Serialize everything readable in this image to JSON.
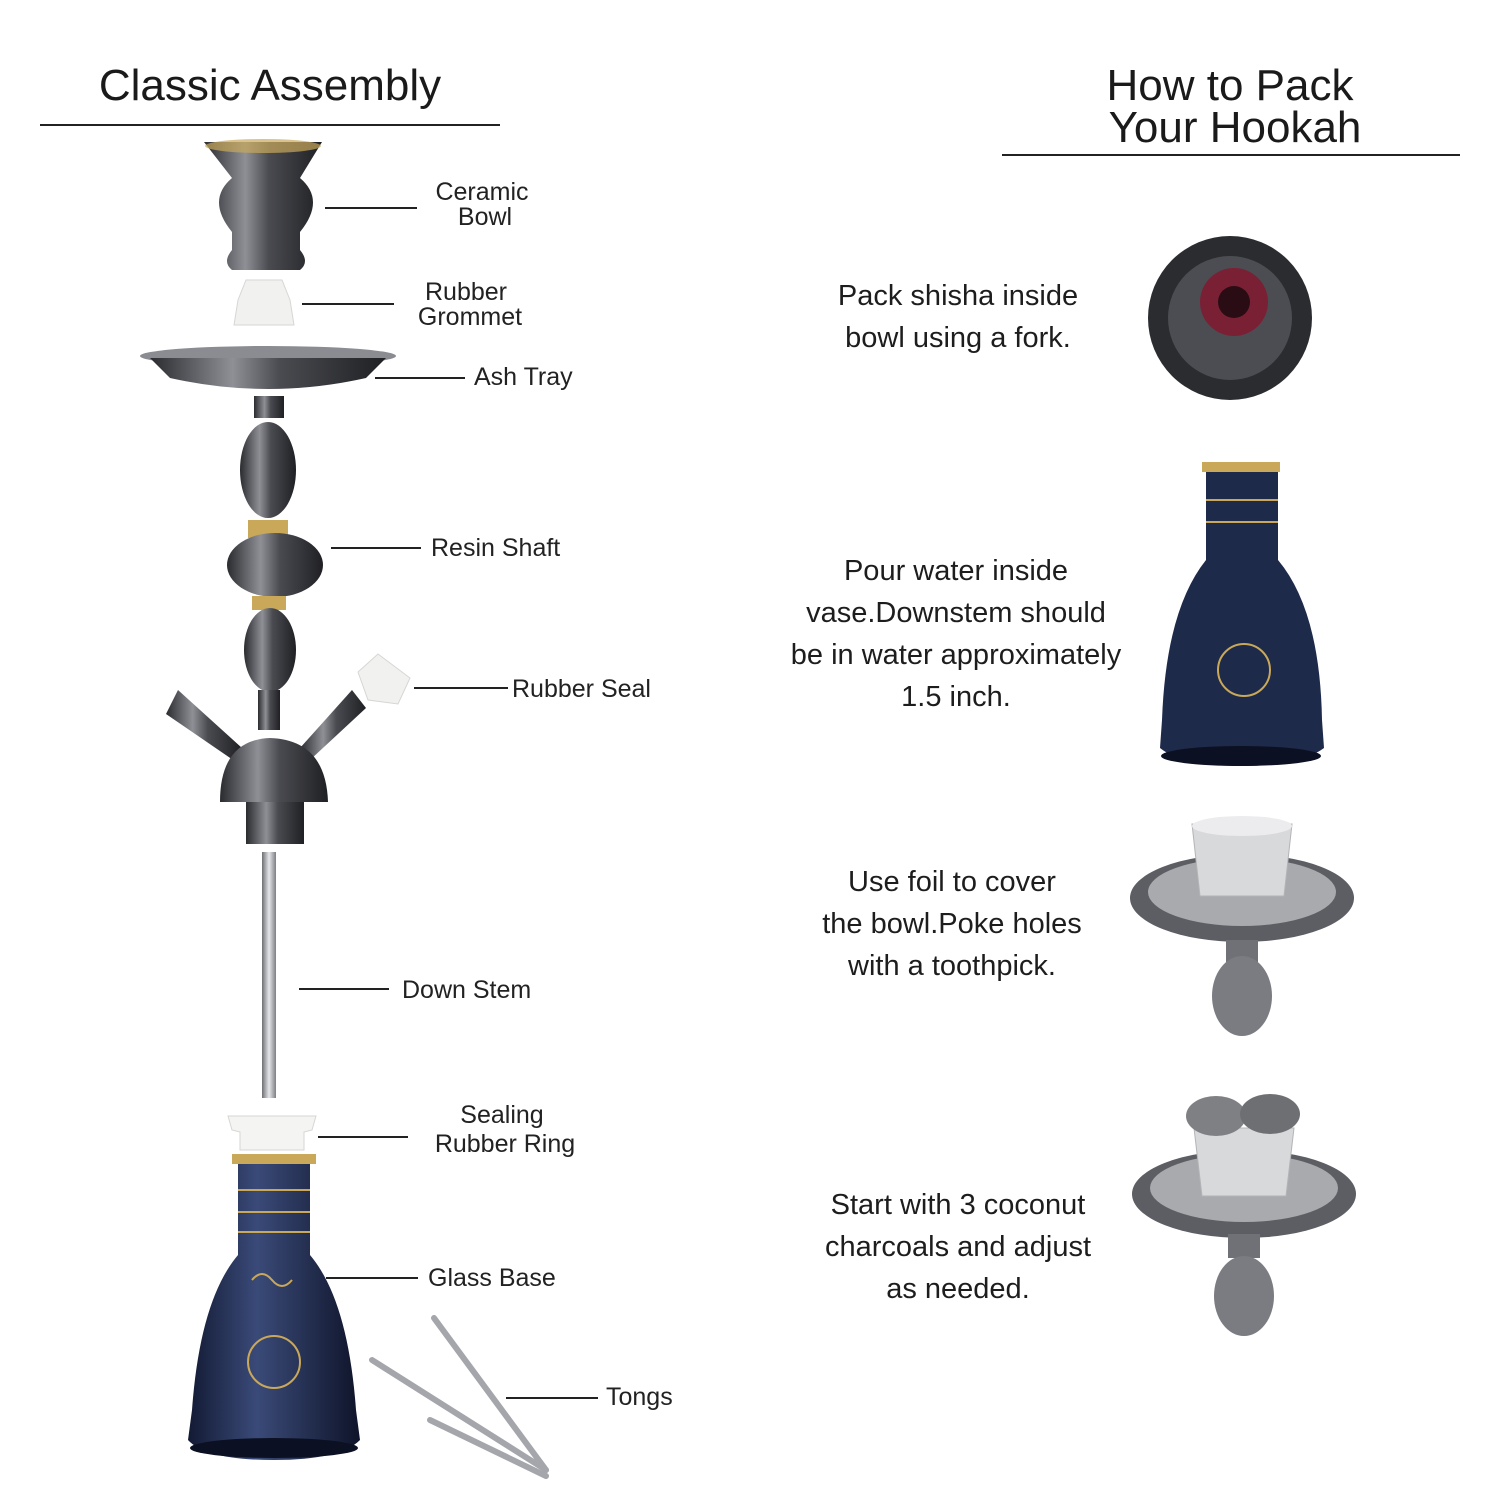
{
  "assembly": {
    "title": "Classic Assembly",
    "parts": [
      {
        "id": "ceramic-bowl",
        "lines": [
          "Ceramic",
          "Bowl"
        ]
      },
      {
        "id": "rubber-grommet",
        "lines": [
          "Rubber",
          "Grommet"
        ]
      },
      {
        "id": "ash-tray",
        "lines": [
          "Ash Tray"
        ]
      },
      {
        "id": "resin-shaft",
        "lines": [
          "Resin Shaft"
        ]
      },
      {
        "id": "rubber-seal",
        "lines": [
          "Rubber Seal"
        ]
      },
      {
        "id": "down-stem",
        "lines": [
          "Down Stem"
        ]
      },
      {
        "id": "sealing-rubber-ring",
        "lines": [
          "Sealing",
          "Rubber Ring"
        ]
      },
      {
        "id": "glass-base",
        "lines": [
          "Glass Base"
        ]
      },
      {
        "id": "tongs",
        "lines": [
          "Tongs"
        ]
      }
    ]
  },
  "packing": {
    "title_line1": "How to Pack",
    "title_line2": "Your Hookah",
    "steps": [
      {
        "lines": [
          "Pack shisha inside",
          "bowl using a fork."
        ]
      },
      {
        "lines": [
          "Pour water inside",
          "vase.Downstem should",
          "be in water approximately",
          "1.5 inch."
        ]
      },
      {
        "lines": [
          "Use foil to cover",
          "the bowl.Poke holes",
          "with a toothpick."
        ]
      },
      {
        "lines": [
          "Start with 3 coconut",
          "charcoals and adjust",
          "as needed."
        ]
      }
    ]
  },
  "colors": {
    "metal_dark": "#3c3d42",
    "metal_light": "#9a9ca2",
    "glass_navy": "#1e2a4a",
    "gold": "#c9a85a",
    "rubber": "#f2f2f0"
  }
}
